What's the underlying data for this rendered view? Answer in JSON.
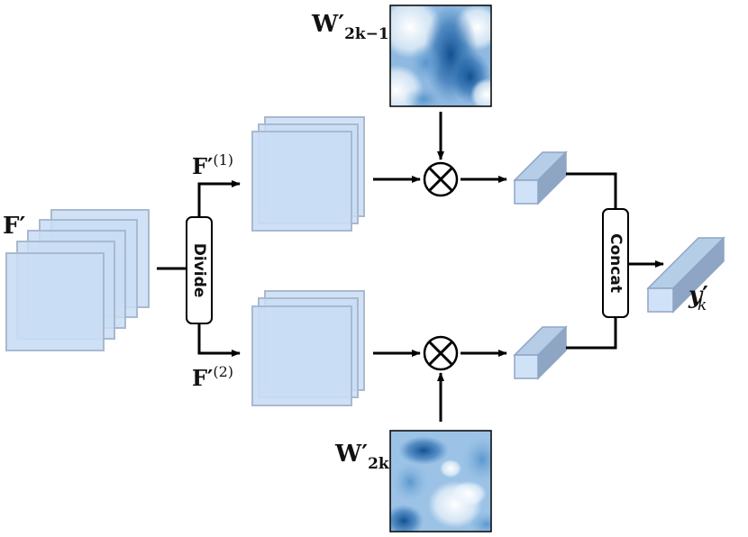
{
  "labels": {
    "input_main": "F",
    "input_prime": "′",
    "branch1_main": "F",
    "branch1_prime": "′",
    "branch1_sup": "(1)",
    "branch2_main": "F",
    "branch2_prime": "′",
    "branch2_sup": "(2)",
    "weight_top_main": "W",
    "weight_top_prime": "′",
    "weight_top_sub": "2k−1",
    "weight_bottom_main": "W",
    "weight_bottom_prime": "′",
    "weight_bottom_sub": "2k",
    "output_main": "y",
    "output_prime": "′",
    "output_sub": "k"
  },
  "blocks": {
    "divide": "Divide",
    "concat": "Concat"
  },
  "operators": {
    "multiply": "⊗"
  },
  "colors": {
    "plane_fill": "#c9ddf5",
    "plane_stroke": "#a9b9cf",
    "cuboid_front": "#cfe2f8",
    "cuboid_top": "#b6cde8",
    "cuboid_side": "#8ea5c4",
    "arrow": "#000000",
    "heatmap_dark": "#0b4a8c",
    "heatmap_light": "#f2f7fc"
  }
}
